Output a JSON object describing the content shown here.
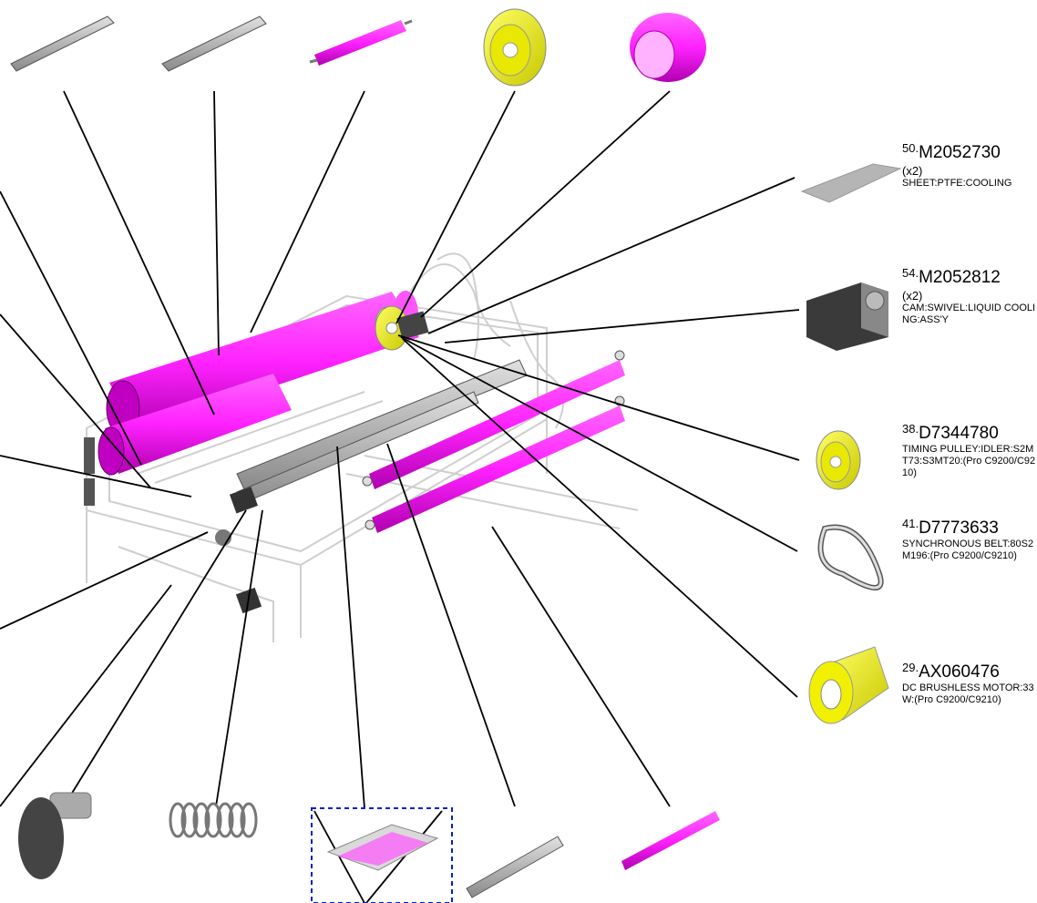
{
  "callouts": [
    {
      "num": "50.",
      "part": "M2052730",
      "qty": "(x2)",
      "desc": "SHEET:PTFE:COOLING"
    },
    {
      "num": "54.",
      "part": "M2052812",
      "qty": "(x2)",
      "desc": "CAM:SWIVEL:LIQUID COOLING:ASS'Y"
    },
    {
      "num": "38.",
      "part": "D7344780",
      "qty": "",
      "desc": "TIMING PULLEY:IDLER:S2MT73:S3MT20:(Pro C9200/C9210)"
    },
    {
      "num": "41.",
      "part": "D7773633",
      "qty": "",
      "desc": "SYNCHRONOUS BELT:80S2M196:(Pro C9200/C9210)"
    },
    {
      "num": "29.",
      "part": "AX060476",
      "qty": "",
      "desc": "DC BRUSHLESS MOTOR:33W:(Pro C9200/C9210)"
    }
  ],
  "colors": {
    "highlight": "#ff33ff",
    "pulley": "#ffff33",
    "line": "#000000",
    "detail_box": "#0022cc"
  }
}
